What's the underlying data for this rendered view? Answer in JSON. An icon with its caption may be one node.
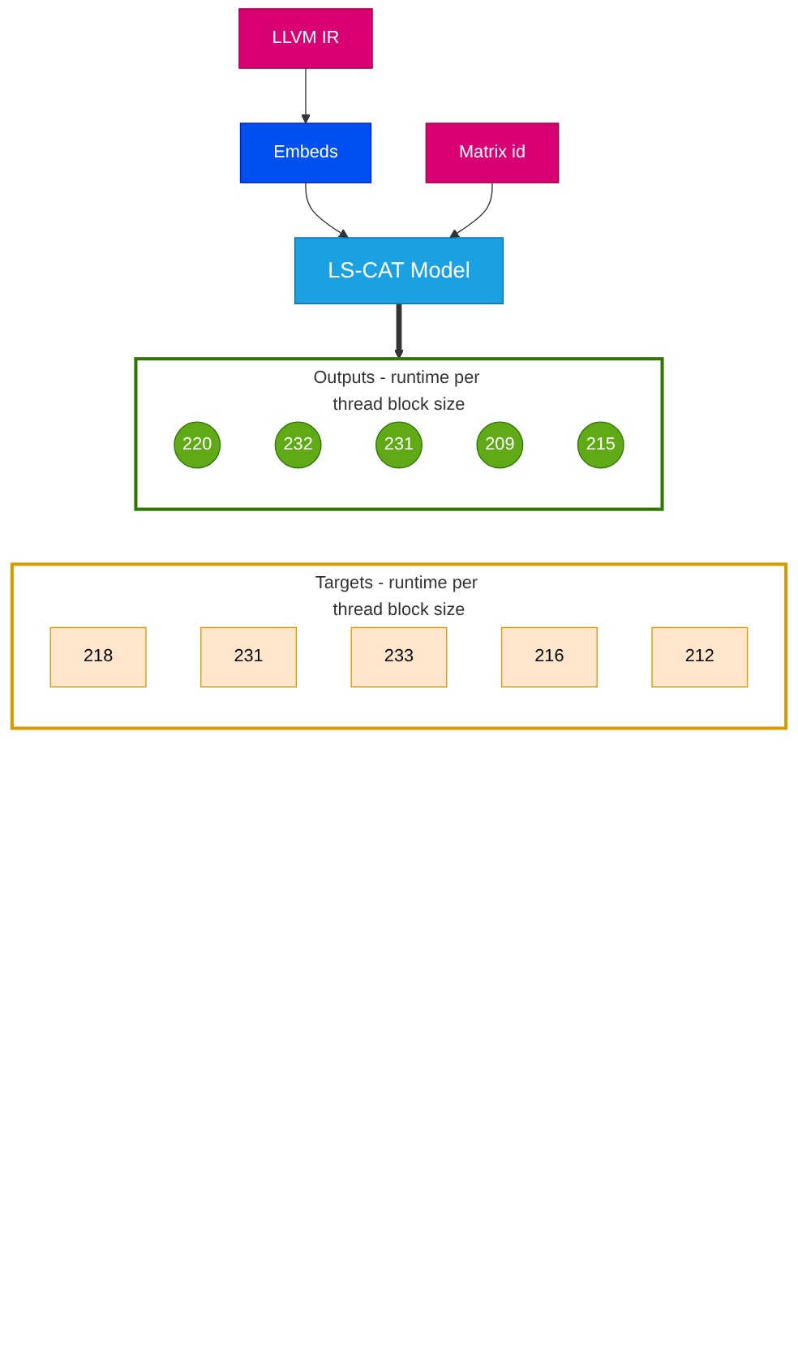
{
  "diagram": {
    "nodes": [
      {
        "text": [
          "LLVM IR"
        ]
      },
      {
        "text": [
          "Embeds"
        ]
      },
      {
        "text": [
          "Matrix id"
        ]
      },
      {
        "text": [
          "LS-CAT Model"
        ]
      },
      {
        "text": [
          "Outputs - runtime per thread block size"
        ]
      },
      {
        "text": [
          "220"
        ],
        "in": 4
      },
      {
        "text": [
          "232"
        ],
        "in": 4
      },
      {
        "text": [
          "231"
        ],
        "in": 4
      },
      {
        "text": [
          "209"
        ],
        "in": 4
      },
      {
        "text": [
          "215"
        ],
        "in": 4
      },
      {
        "text": [
          "Targets - runtime per thread block size"
        ]
      },
      {
        "text": [
          "218"
        ],
        "in": 10
      },
      {
        "text": [
          "231"
        ],
        "in": 10
      },
      {
        "text": [
          "233"
        ],
        "in": 10
      },
      {
        "text": [
          "216"
        ],
        "in": 10
      },
      {
        "text": [
          "212"
        ],
        "in": 10
      }
    ],
    "edges": [
      {
        "from": 0,
        "to": 1,
        "arrow": "to"
      },
      {
        "from": 1,
        "to": 3,
        "arrow": "to"
      },
      {
        "from": 2,
        "to": 3,
        "arrow": "to"
      },
      {
        "from": 3,
        "to": 4,
        "arrow": "to",
        "style": "thick"
      }
    ]
  }
}
